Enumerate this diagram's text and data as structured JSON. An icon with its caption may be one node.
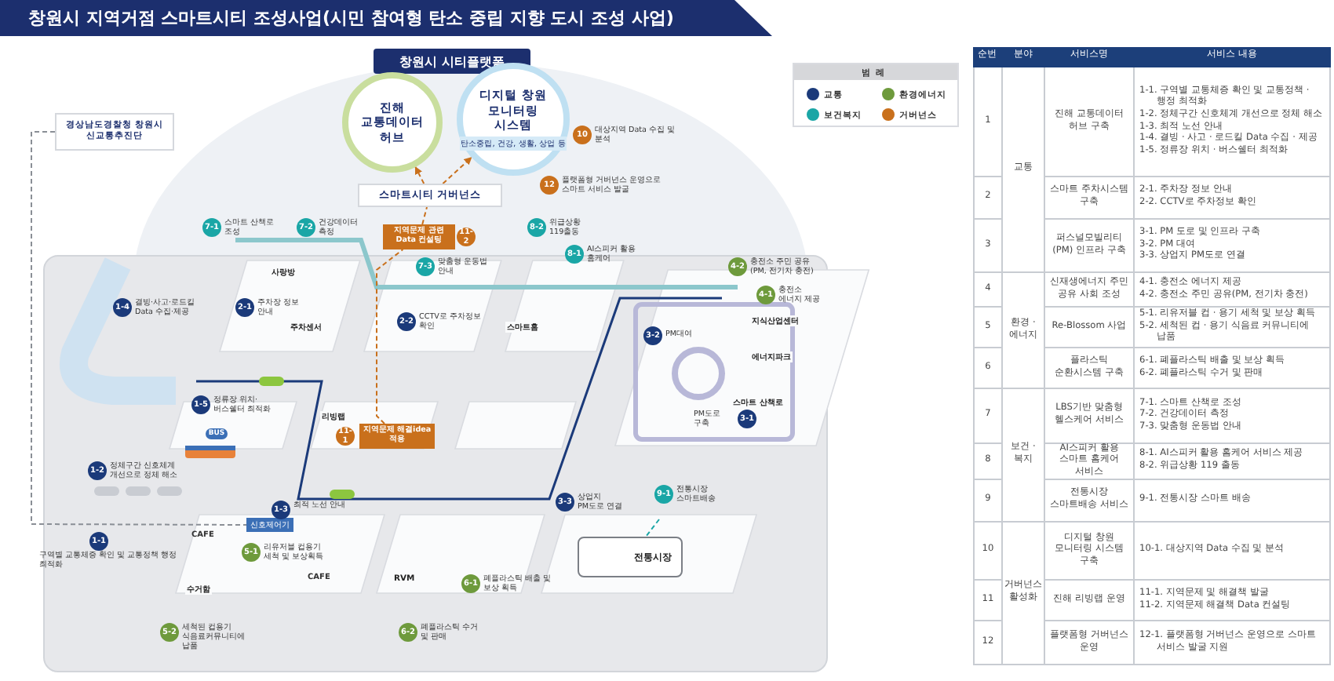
{
  "diagram": {
    "title": "창원시 지역거점 스마트시티 조성사업(시민 참여형 탄소 중립 지향 도시 조성 사업)",
    "nodes": [
      {
        "text": [
          "창원시 시티플랫폼"
        ]
      },
      {
        "text": [
          "진해 교통데이터 허브"
        ]
      },
      {
        "text": [
          "디지털 창원 모니터링 시스템",
          "탄소중립, 건강, 생활, 상업 등"
        ]
      },
      {
        "text": [
          "스마트시티 거버넌스"
        ]
      },
      {
        "text": [
          "경상남도경찰청 창원시 신교통추진단"
        ]
      },
      {
        "text": [
          "신호제어기"
        ]
      },
      {
        "text": [
          "지역문제 관련 Data 컨설팅"
        ]
      },
      {
        "text": [
          "지역문제 해결idea 적용"
        ]
      },
      {
        "text": [
          "전통시장"
        ]
      }
    ],
    "edges": [
      {
        "from": 3,
        "to": 1,
        "arrow": "to",
        "style": "dashed"
      },
      {
        "from": 3,
        "to": 2,
        "arrow": "to",
        "style": "dashed"
      },
      {
        "from": 4,
        "to": 5,
        "arrow": "none",
        "style": "dashed",
        "color": "#8a8f96"
      },
      {
        "from": 6,
        "to": 3,
        "arrow": "none",
        "style": "dashed"
      },
      {
        "from": 7,
        "to": 6,
        "arrow": "none",
        "style": "dashed"
      },
      {
        "from": null,
        "to": 8,
        "arrow": "none",
        "style": "dashed",
        "color": "#1aa6a6"
      }
    ],
    "labels": [
      "범례",
      "10",
      "대상지역 Data 수집 및 분석",
      "12",
      "플랫폼형 거버넌스 운영으로 스마트 서비스 발굴",
      "7-1",
      "스마트 산책로 조성",
      "7-2",
      "건강데이터 측정",
      "11-2",
      "8-2",
      "위급상황 119출동",
      "7-3",
      "맞춤형 운동법 안내",
      "사랑방",
      "2-1",
      "주차장 정보 안내",
      "주차센서",
      "2-2",
      "CCTV로 주차정보 확인",
      "1-4",
      "결빙·사고·로드킬 Data 수집·제공",
      "8-1",
      "AI스피커 활용 홈케어",
      "4-2",
      "충전소 주민 공유 (PM, 전기차 충전)",
      "4-1",
      "충전소 에너지 제공",
      "스마트홈",
      "3-2",
      "PM대여",
      "지식산업센터",
      "에너지파크",
      "1-5",
      "정류장 위치·버스쉘터 최적화",
      "리빙랩",
      "11-1",
      "BUS",
      "스마트 산책로",
      "PM도로 구축",
      "3-1",
      "1-2",
      "정체구간 신호체계 개선으로 정체 해소",
      "1-1",
      "구역별 교통체증 확인 및 교통정책 행정 최적화",
      "1-3",
      "최적 노선 안내",
      "3-3",
      "상업지 PM도로 연결",
      "9-1",
      "전통시장 스마트배송",
      "CAFE",
      "5-1",
      "리유저블 컵용기 세척 및 보상획득",
      "수거함",
      "CAFE",
      "RVM",
      "6-1",
      "폐플라스틱 배출 및 보상 획득",
      "5-2",
      "세척된 컵용기 식음료커뮤니티에 납품",
      "6-2",
      "폐플라스틱 수거 및 판매",
      "순번",
      "분야",
      "서비스명",
      "서비스 내용",
      "1",
      "교통",
      "진해 교통데이터 허브 구축",
      "1-1. 구역별 교통체증 확인 및 교통정책 · 행정 최적화",
      "1-2. 정체구간 신호체계 개선으로 정체 해소",
      "1-3. 최적 노선 안내",
      "1-4. 결빙 · 사고 · 로드킬 Data 수집 · 제공",
      "1-5. 정류장 위치 · 버스쉘터 최적화",
      "2",
      "스마트 주차시스템 구축",
      "2-1. 주차장 정보 안내",
      "2-2. CCTV로 주차정보 확인",
      "3",
      "퍼스널모빌리티(PM) 인프라 구축",
      "3-1. PM 도로 및 인프라 구축",
      "3-2. PM 대여",
      "3-3. 상업지 PM도로 연결",
      "4",
      "환경 · 에너지",
      "신재생에너지 주민 공유 사회 조성",
      "4-1. 충전소 에너지 제공",
      "4-2. 충전소 주민 공유(PM, 전기차 충전)",
      "5",
      "Re-Blossom 사업",
      "5-1. 리유저블 컵 · 용기 세척 및 보상 획득",
      "5-2. 세척된 컵 · 용기 식음료 커뮤니티에 납품",
      "6",
      "플라스틱 순환시스템 구축",
      "6-1. 폐플라스틱 배출 및 보상 획득",
      "6-2. 폐플라스틱 수거 및 판매",
      "7",
      "보건 · 복지",
      "LBS기반 맞춤형 헬스케어 서비스",
      "7-1. 스마트 산책로 조성",
      "7-2. 건강데이터 측정",
      "7-3. 맞춤형 운동법 안내",
      "8",
      "AI스피커 활용 스마트 홈케어 서비스",
      "8-1. AI스피커 활용 홈케어 서비스 제공",
      "8-2. 위급상황 119 출동",
      "9",
      "전통시장 스마트배송 서비스",
      "9-1. 전통시장 스마트 배송",
      "10",
      "거버넌스 활성화",
      "디지털 창원 모니터링 시스템 구축",
      "10-1. 대상지역 Data 수집 및 분석",
      "11",
      "진해 리빙랩 운영",
      "11-1. 지역문제 및 해결책 발굴",
      "11-2. 지역문제 해결책 Data 컨설팅",
      "12",
      "플랫폼형 거버넌스 운영",
      "12-1. 플랫폼형 거버넌스 운영으로 스마트 서비스 발굴 지원"
    ],
    "legend": [
      {
        "text": "교통",
        "color": "#1b3a7a"
      },
      {
        "text": "환경에너지",
        "color": "#6e9a3c"
      },
      {
        "text": "보건복지",
        "color": "#1aa6a6"
      },
      {
        "text": "거버넌스",
        "color": "#c9701c"
      }
    ]
  }
}
